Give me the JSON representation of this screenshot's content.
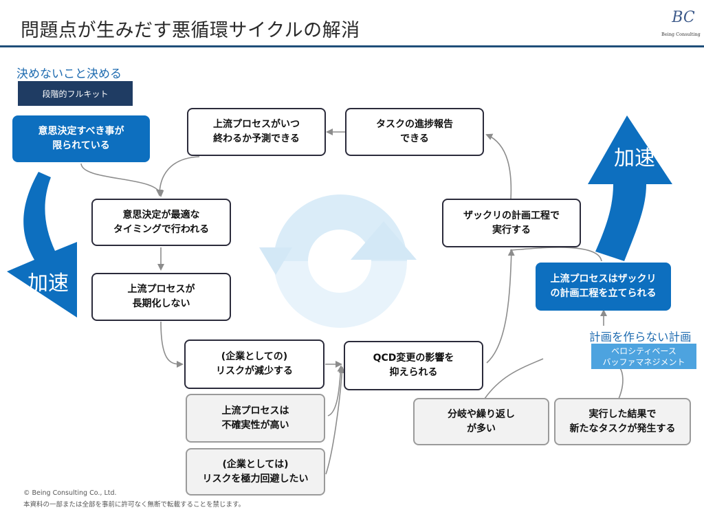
{
  "header": {
    "title": "問題点が生みだす悪循環サイクルの解消",
    "logo_mark": "BC",
    "logo_text": "Being Consulting"
  },
  "left_panel": {
    "heading": "決めないこと決める",
    "tag": "段階的フルキット",
    "accel_label": "加速"
  },
  "right_panel": {
    "heading": "計画を作らない計画",
    "tag_line1": "ベロシティベース",
    "tag_line2": "バッファマネジメント",
    "accel_label": "加速"
  },
  "boxes": {
    "decision_limited": "意思決定すべき事が\n限られている",
    "optimal_timing": "意思決定が最適な\nタイミングで行われる",
    "not_prolonged": "上流プロセスが\n長期化しない",
    "risk_reduced": "(企業としての)\nリスクが減少する",
    "upstream_predict": "上流プロセスがいつ\n終わるか予測できる",
    "progress_report": "タスクの進捗報告\nできる",
    "rough_plan_exec": "ザックリの計画工程で\n実行する",
    "qcd_suppressed": "QCD変更の影響を\n抑えられる",
    "rough_plan_make": "上流プロセスはザックリ\nの計画工程を立てられる",
    "uncertainty_high": "上流プロセスは\n不確実性が高い",
    "avoid_risk": "(企業としては)\nリスクを極力回避したい",
    "branch_repeat": "分岐や繰り返し\nが多い",
    "new_tasks": "実行した結果で\n新たなタスクが発生する"
  },
  "footer": {
    "copyright": "© Being Consulting Co., Ltd.",
    "notice": "本資料の一部または全部を事前に許可なく無断で転載することを禁じます。"
  },
  "colors": {
    "accent_blue": "#0d6fbf",
    "title_rule": "#1f4e79",
    "cycle_light": "#d6ebf8"
  }
}
